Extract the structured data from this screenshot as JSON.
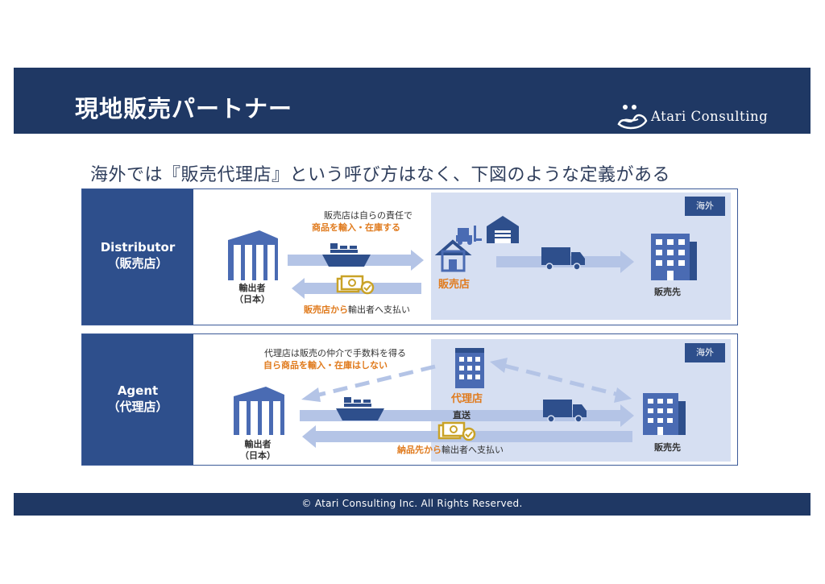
{
  "header": {
    "title": "現地販売パートナー",
    "brand": "Atari Consulting"
  },
  "subtitle": "海外では『販売代理店』という呼び方はなく、下図のような定義がある",
  "distributor": {
    "label_en": "Distributor",
    "label_ja": "（販売店）",
    "overseas": "海外",
    "note_line1": "販売店は自らの責任で",
    "note_line2": "商品を輸入・在庫する",
    "exporter_line1": "輸出者",
    "exporter_line2": "（日本）",
    "dealer": "販売店",
    "customer": "販売先",
    "payment_orange": "販売店から",
    "payment_rest": "輸出者へ支払い"
  },
  "agent": {
    "label_en": "Agent",
    "label_ja": "（代理店）",
    "overseas": "海外",
    "note_line1": "代理店は販売の仲介で手数料を得る",
    "note_line2": "自ら商品を輸入・在庫はしない",
    "exporter_line1": "輸出者",
    "exporter_line2": "（日本）",
    "agent_name": "代理店",
    "direct": "直送",
    "customer": "販売先",
    "payment_orange": "納品先から",
    "payment_rest": "輸出者へ支払い"
  },
  "footer": "© Atari Consulting Inc. All Rights Reserved.",
  "colors": {
    "navy": "#1f3864",
    "panel_blue": "#2e4f8c",
    "overseas_bg": "#d6dff2",
    "arrow": "#b4c4e6",
    "icon": "#4a6bb3",
    "gold": "#c9a227",
    "orange": "#e07b1e"
  }
}
